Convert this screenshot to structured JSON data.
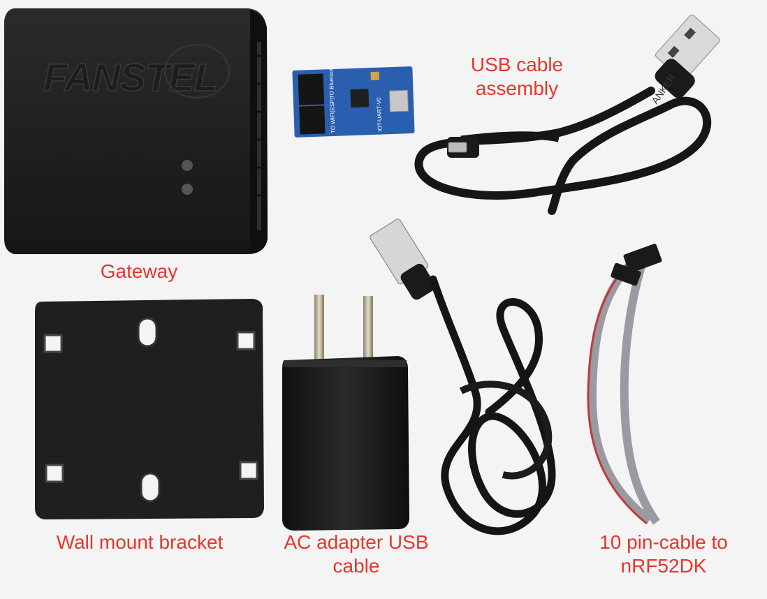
{
  "labels": {
    "gateway": "Gateway",
    "usb_cable_line1": "USB cable",
    "usb_cable_line2": "assembly",
    "wall_bracket": "Wall mount bracket",
    "ac_adapter_line1": "AC adapter USB",
    "ac_adapter_line2": "cable",
    "pin_cable_line1": "10 pin-cable to",
    "pin_cable_line2": "nRF52DK"
  },
  "printed_marks": {
    "gateway_logo": "FANSTEL",
    "board_text_1": "TO WIFI(ESP)",
    "board_text_2": "TO Bluetooth",
    "board_text_3": "IOT-UART-V0",
    "cable_brand": "ANKER"
  },
  "colors": {
    "background": "#f4f4f4",
    "label": "#e8352c",
    "device_black": "#1e1e1e",
    "pcb_blue": "#2a5fb0",
    "ribbon_grey": "#9a9aa2",
    "ribbon_red": "#c03a3a"
  }
}
